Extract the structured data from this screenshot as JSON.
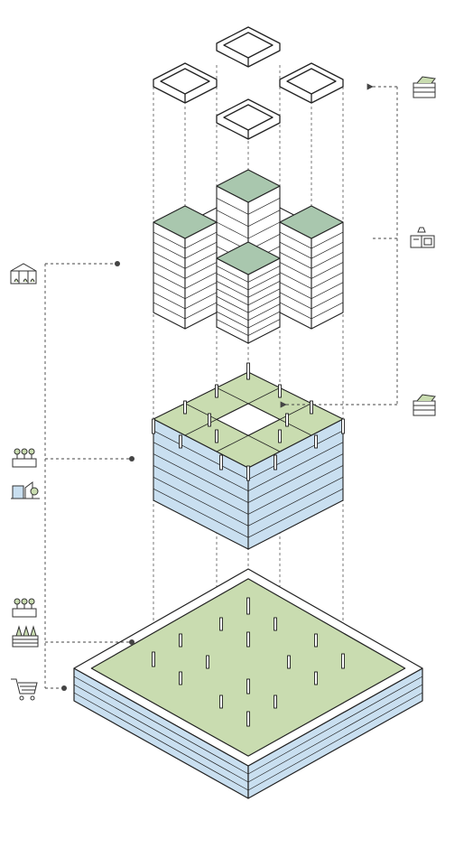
{
  "diagram": {
    "colors": {
      "stroke": "#222222",
      "green": "#c9dcb0",
      "green_dark": "#a9c7ae",
      "blue": "#c9dff0",
      "white": "#ffffff",
      "guide": "#555555"
    },
    "layers": [
      {
        "id": "roofs",
        "label": ""
      },
      {
        "id": "tower",
        "label": ""
      },
      {
        "id": "podium",
        "label": ""
      },
      {
        "id": "base",
        "label": ""
      }
    ],
    "icons": {
      "left": [
        "greenhouse-icon",
        "plants-icon",
        "market-stall-icon",
        "seedling-icon",
        "crate-icon",
        "shopping-cart-icon"
      ],
      "right": [
        "solar-panel-icon",
        "kitchen-icon",
        "solar-panel-icon"
      ]
    }
  }
}
